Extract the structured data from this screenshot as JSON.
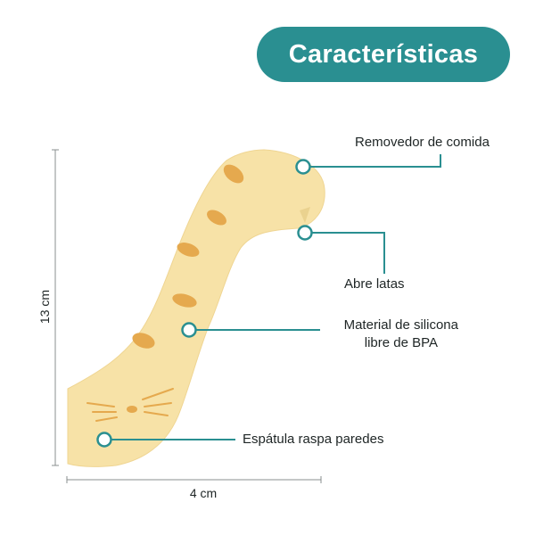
{
  "header": {
    "title": "Características"
  },
  "callouts": {
    "food_remover": "Removedor de comida",
    "can_opener": "Abre latas",
    "material_line1": "Material de silicona",
    "material_line2": "libre de BPA",
    "spatula": "Espátula raspa paredes"
  },
  "dimensions": {
    "height": "13 cm",
    "width": "4 cm"
  },
  "colors": {
    "accent": "#2a8f91",
    "product_body": "#f7e2a7",
    "product_spots": "#e5a94e",
    "text": "#1e2525"
  }
}
